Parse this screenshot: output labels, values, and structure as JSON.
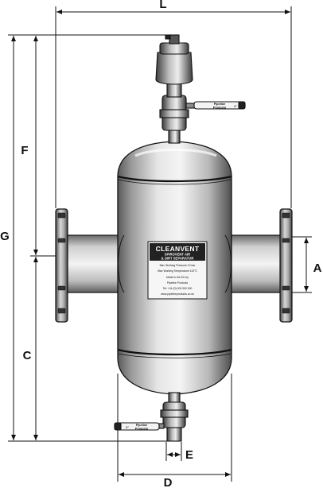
{
  "dimensions": {
    "L": "L",
    "F": "F",
    "G": "G",
    "A": "A",
    "C": "C",
    "E": "E",
    "D": "D"
  },
  "nameplate": {
    "brand": "CLEANVENT",
    "subtitle_line1": "SPIROVENT AIR",
    "subtitle_line2": "& DIRT SEPARATOR",
    "lines": [
      "Max Working Pressure 10 bar",
      "Max Working Temperature 110°C",
      "Made in the EU by",
      "Pipeline Products",
      "Tel: +44 (0) 000 000 000",
      "www.pipelineproducts.co.uk"
    ]
  },
  "valves": {
    "top_tag_line1": "Pipeline",
    "top_tag_line2": "Products",
    "top_size": "1\"",
    "bottom_tag_line1": "Pipeline",
    "bottom_tag_line2": "Products",
    "bottom_size": "1\""
  },
  "colors": {
    "line": "#111111",
    "metal_light": "#f2f2f2",
    "metal_mid": "#bdbdbd",
    "metal_dark": "#5a5a5a",
    "plate": "#222222"
  }
}
